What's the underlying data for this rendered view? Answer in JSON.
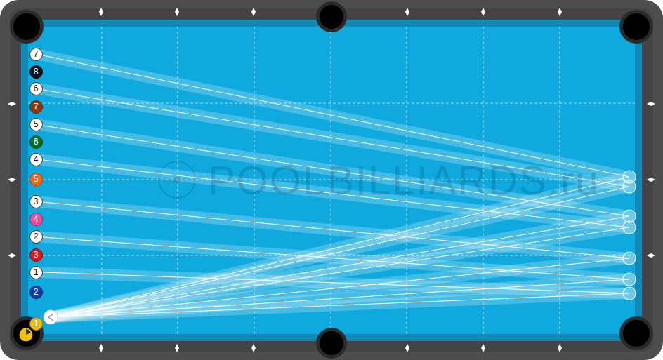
{
  "diagram": {
    "nodes": [
      {
        "text": [
          "7"
        ]
      },
      {
        "text": [
          "8"
        ]
      },
      {
        "text": [
          "6"
        ]
      },
      {
        "text": [
          "7"
        ]
      },
      {
        "text": [
          "5"
        ]
      },
      {
        "text": [
          "6"
        ]
      },
      {
        "text": [
          "4"
        ]
      },
      {
        "text": [
          "5"
        ]
      },
      {
        "text": [
          "3"
        ]
      },
      {
        "text": [
          "4"
        ]
      },
      {
        "text": [
          "2"
        ]
      },
      {
        "text": [
          "3"
        ]
      },
      {
        "text": [
          "1"
        ]
      },
      {
        "text": [
          "2"
        ]
      },
      {
        "text": [
          "1"
        ]
      }
    ],
    "labels": [
      "POOLBILLIARDS.ru"
    ]
  }
}
